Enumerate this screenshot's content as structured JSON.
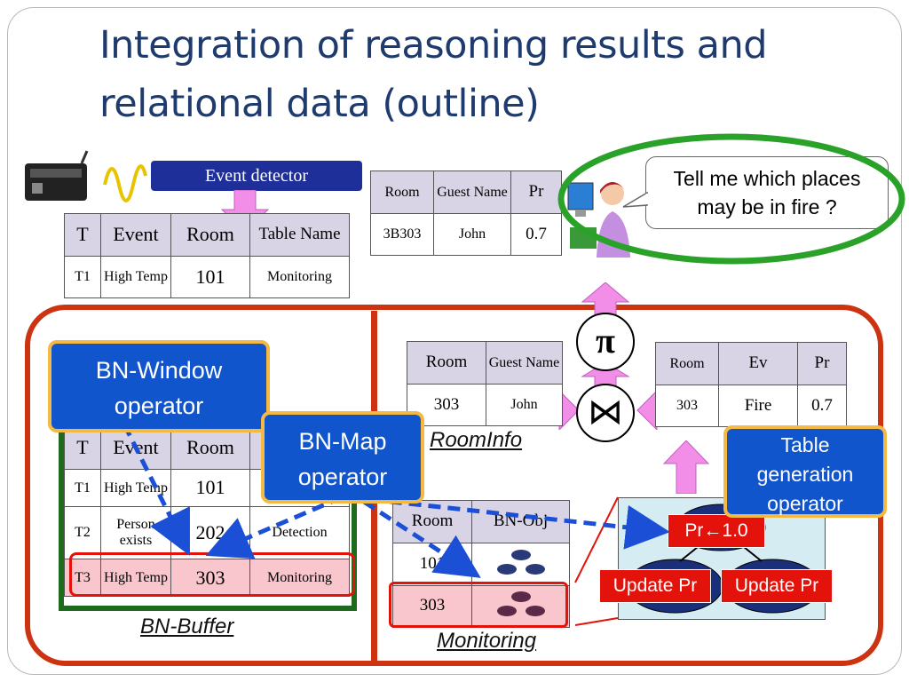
{
  "title": "Integration of reasoning results and relational data (outline)",
  "event_detector": {
    "label": "Event detector"
  },
  "top_event_table": {
    "headers": [
      "T",
      "Event",
      "Room",
      "Table Name"
    ],
    "row": [
      "T1",
      "High Temp",
      "101",
      "Monitoring"
    ]
  },
  "top_guest_table": {
    "headers": [
      "Room",
      "Guest Name",
      "Pr"
    ],
    "row": [
      "3B303",
      "John",
      "0.7"
    ]
  },
  "speech_bubble": {
    "text": "Tell me which places may be in fire ?"
  },
  "operators": {
    "projection": "π",
    "join": "⋈",
    "bn_window": "BN-Window operator",
    "bn_map": "BN-Map operator",
    "table_generation": "Table generation operator"
  },
  "roominfo_table": {
    "headers": [
      "Room",
      "Guest Name"
    ],
    "row": [
      "303",
      "John"
    ],
    "label": "RoomInfo"
  },
  "result_table": {
    "headers": [
      "Room",
      "Ev",
      "Pr"
    ],
    "row": [
      "303",
      "Fire",
      "0.7"
    ]
  },
  "buffer_table": {
    "headers": [
      "T",
      "Event",
      "Room",
      ""
    ],
    "rows": [
      [
        "T1",
        "High Temp",
        "101",
        "M"
      ],
      [
        "T2",
        "Person exists",
        "202",
        "Detection"
      ],
      [
        "T3",
        "High Temp",
        "303",
        "Monitoring"
      ]
    ],
    "label": "BN-Buffer"
  },
  "monitoring_table": {
    "headers": [
      "Room",
      "BN-Obj"
    ],
    "rows": [
      "101",
      "303"
    ],
    "label": "Monitoring"
  },
  "bn_update": {
    "set_pr": "Pr←1.0",
    "update_left": "Update Pr",
    "update_right": "Update Pr"
  },
  "colors": {
    "accent_red": "#cc3311",
    "bn_blue": "#1155cc",
    "highlight_green": "#2aa22a",
    "arrow_pink": "#f28de8",
    "arrow_blue": "#1a4fd6"
  }
}
